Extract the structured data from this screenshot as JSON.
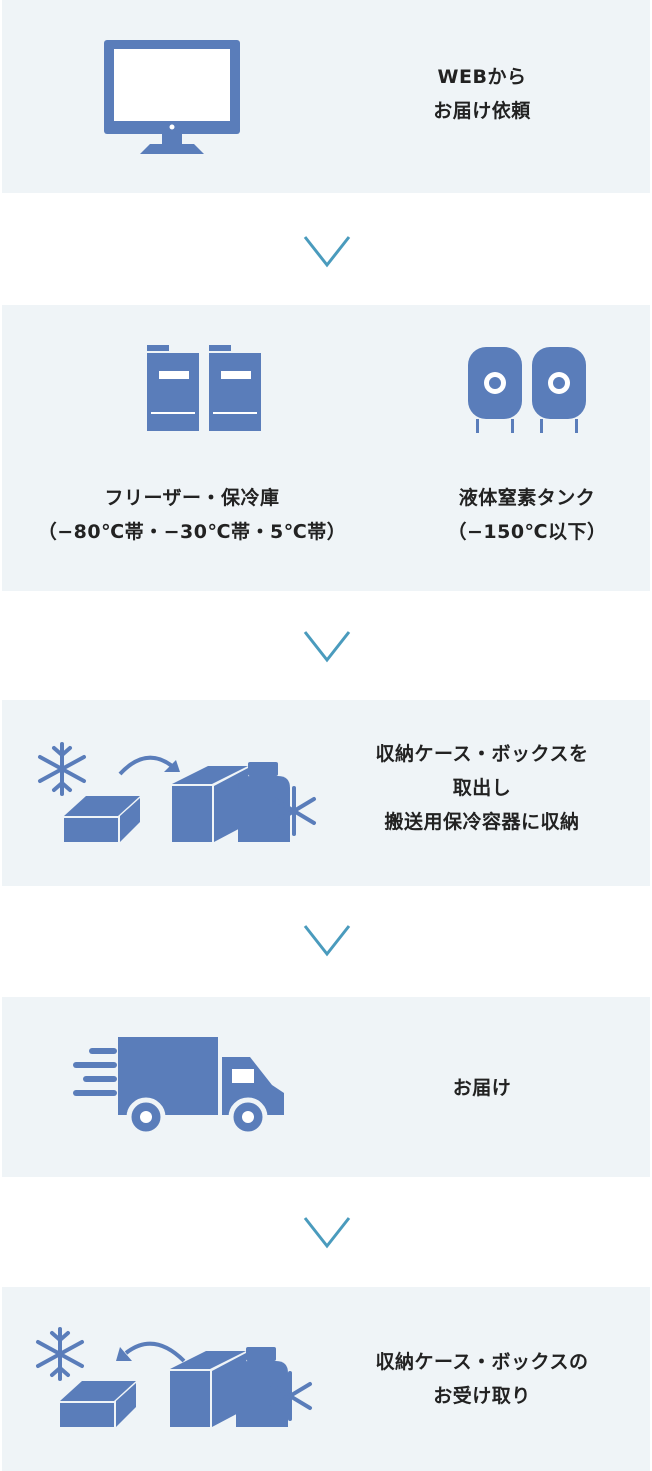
{
  "colors": {
    "panel": "#eff4f7",
    "icon": "#5a7dba",
    "arrow": "#4a9bbd",
    "text": "#222222"
  },
  "steps": [
    {
      "icon": "monitor-icon",
      "lines": [
        "WEBから",
        "お届け依頼"
      ]
    },
    {
      "icon": "freezer-icon",
      "lines": [
        "フリーザー・保冷庫",
        "（−80℃帯・−30℃帯・5℃帯）"
      ],
      "icon2": "nitrogen-tank-icon",
      "lines2": [
        "液体窒素タンク",
        "（−150℃以下）"
      ]
    },
    {
      "icon": "frozen-box-transfer-icon",
      "lines": [
        "収納ケース・ボックスを",
        "取出し",
        "搬送用保冷容器に収納"
      ]
    },
    {
      "icon": "delivery-truck-icon",
      "lines": [
        "お届け"
      ]
    },
    {
      "icon": "frozen-box-return-icon",
      "lines": [
        "収納ケース・ボックスの",
        "お受け取り"
      ]
    }
  ]
}
